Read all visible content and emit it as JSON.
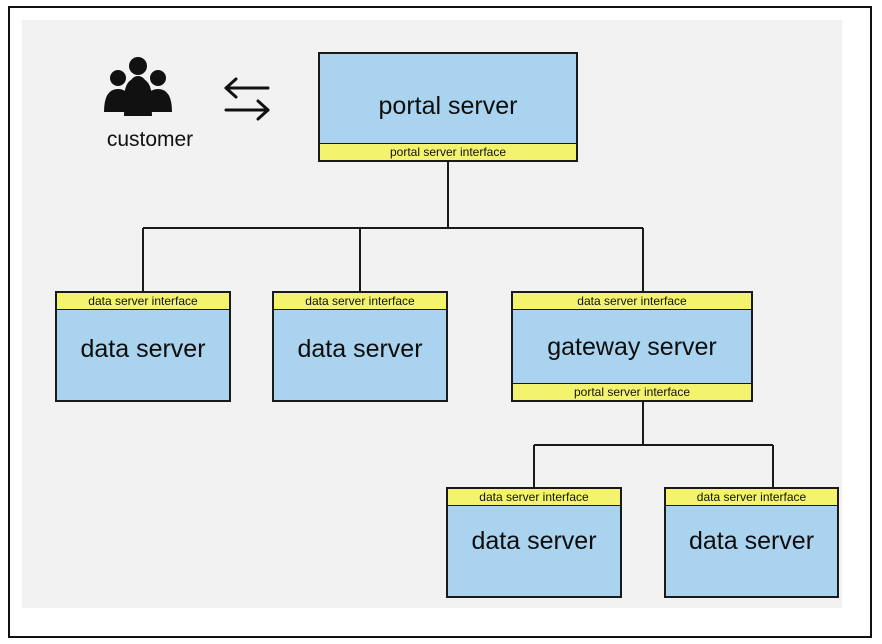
{
  "customer": {
    "label": "customer",
    "icon": "people-group-icon"
  },
  "exchange_icon": "bidirectional-arrows-icon",
  "portal": {
    "title": "portal server",
    "interface": "portal server interface"
  },
  "data_servers_top": [
    {
      "interface": "data server interface",
      "title": "data server"
    },
    {
      "interface": "data server interface",
      "title": "data server"
    }
  ],
  "gateway": {
    "top_interface": "data server interface",
    "title": "gateway server",
    "bottom_interface": "portal server interface"
  },
  "data_servers_bottom": [
    {
      "interface": "data server interface",
      "title": "data server"
    },
    {
      "interface": "data server interface",
      "title": "data server"
    }
  ],
  "colors": {
    "server_fill": "#a9d3ee",
    "interface_fill": "#f3f36d",
    "line": "#1a1a1a",
    "background": "#f2f2f2"
  }
}
